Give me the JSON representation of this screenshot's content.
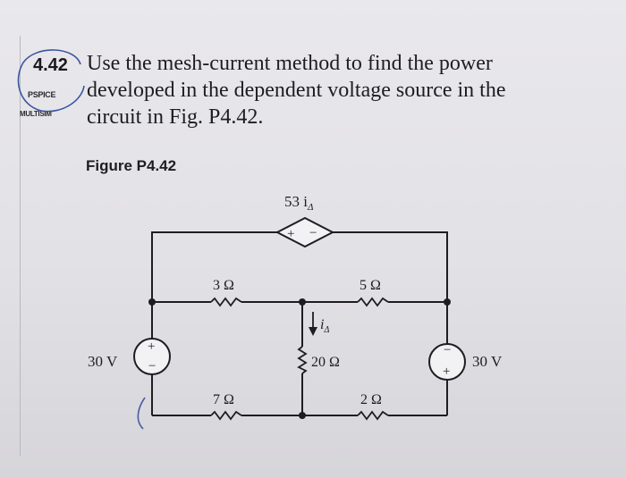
{
  "problem": {
    "number": "4.42",
    "lines": [
      "Use the mesh-current method to find the power",
      "developed in the dependent voltage source in the",
      "circuit in Fig. P4.42."
    ],
    "tags": [
      "PSPICE",
      "MULTISIM"
    ]
  },
  "figure": {
    "label": "Figure P4.42",
    "dependent_source": {
      "label_main": "53 i",
      "label_sub": "Δ",
      "sign_plus": "+",
      "sign_minus": "−"
    },
    "resistors": {
      "r3": "3 Ω",
      "r5": "5 Ω",
      "r7": "7 Ω",
      "r2": "2 Ω",
      "r20": "20 Ω"
    },
    "current_label": {
      "main": "i",
      "sub": "Δ"
    },
    "left_source": {
      "label": "30 V",
      "plus": "+",
      "minus": "−"
    },
    "right_source": {
      "label": "30 V",
      "plus": "+",
      "minus": "−"
    }
  }
}
